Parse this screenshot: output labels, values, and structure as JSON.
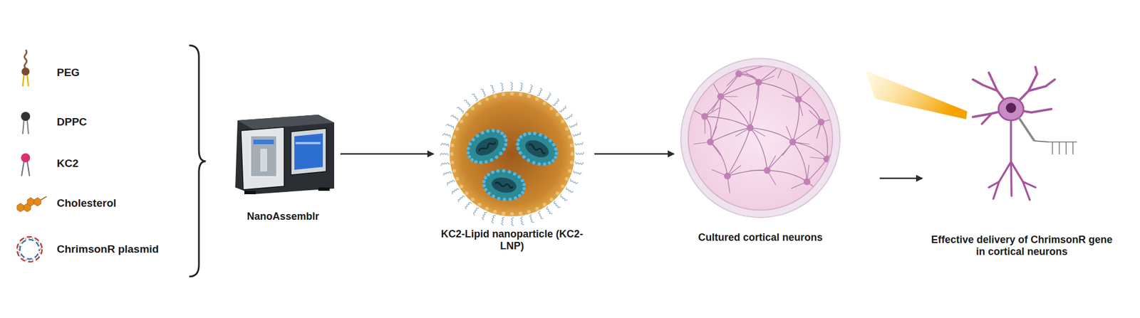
{
  "diagram": {
    "nodes": [
      {
        "text": [
          "NanoAssemblr"
        ]
      },
      {
        "text": [
          "KC2-Lipid nanoparticle (KC2-LNP)"
        ]
      },
      {
        "text": [
          "Cultured cortical neurons"
        ]
      },
      {
        "text": [
          "Effective delivery of ChrimsonR gene in cortical neurons"
        ]
      }
    ],
    "edges": [
      {
        "from": 0,
        "to": 1,
        "arrow": "to"
      },
      {
        "from": 1,
        "to": 2,
        "arrow": "to"
      },
      {
        "from": 2,
        "to": 3,
        "arrow": "to"
      }
    ],
    "labels": [
      "PEG",
      "DPPC",
      "KC2",
      "Cholesterol",
      "ChrimsonR plasmid"
    ]
  }
}
